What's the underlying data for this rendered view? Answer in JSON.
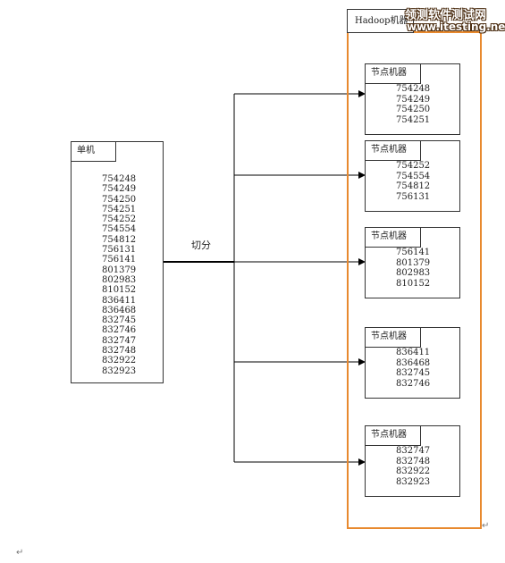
{
  "single_machine": {
    "label": "单机",
    "values": [
      "754248",
      "754249",
      "754250",
      "754251",
      "754252",
      "754554",
      "754812",
      "756131",
      "756141",
      "801379",
      "802983",
      "810152",
      "836411",
      "836468",
      "832745",
      "832746",
      "832747",
      "832748",
      "832922",
      "832923"
    ]
  },
  "split_label": "切分",
  "hadoop": {
    "label": "Hadoop机器",
    "nodes": [
      {
        "label": "节点机器",
        "values": [
          "754248",
          "754249",
          "754250",
          "754251"
        ]
      },
      {
        "label": "节点机器",
        "values": [
          "754252",
          "754554",
          "754812",
          "756131"
        ]
      },
      {
        "label": "节点机器",
        "values": [
          "756141",
          "801379",
          "802983",
          "810152"
        ]
      },
      {
        "label": "节点机器",
        "values": [
          "836411",
          "836468",
          "832745",
          "832746"
        ]
      },
      {
        "label": "节点机器",
        "values": [
          "832747",
          "832748",
          "832922",
          "832923"
        ]
      }
    ]
  },
  "watermark": {
    "line1": "领测软件测试网",
    "line2": "www.itesting.net"
  },
  "paragraph_marks": [
    "↵",
    "↵"
  ],
  "colors": {
    "hadoop_border": "#e8892e",
    "line": "#000000"
  }
}
